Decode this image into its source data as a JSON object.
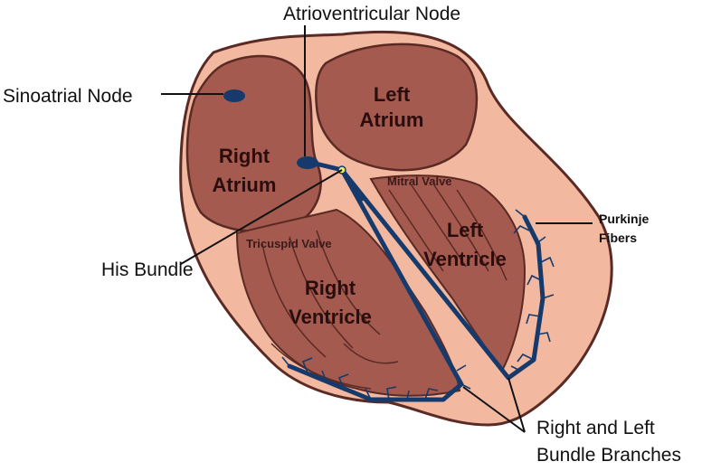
{
  "labels": {
    "atrioventricular_node": "Atrioventricular Node",
    "sinoatrial_node": "Sinoatrial Node",
    "his_bundle": "His Bundle",
    "purkinje_line1": "Purkinje",
    "purkinje_line2": "Fibers",
    "bundle_branches_line1": "Right and Left",
    "bundle_branches_line2": "Bundle Branches",
    "left_atrium_line1": "Left",
    "left_atrium_line2": "Atrium",
    "right_atrium_line1": "Right",
    "right_atrium_line2": "Atrium",
    "mitral_valve": "Mitral Valve",
    "tricuspid_valve": "Tricuspid Valve",
    "left_ventricle_line1": "Left",
    "left_ventricle_line2": "Ventricle",
    "right_ventricle_line1": "Right",
    "right_ventricle_line2": "Ventricle"
  },
  "colors": {
    "heart_wall": "#f2b8a0",
    "chamber_fill": "#a45a4e",
    "muscle_dark": "#8e4a40",
    "outline": "#5a2a24",
    "conduction": "#153a6b",
    "his_node": "#e8f070"
  }
}
